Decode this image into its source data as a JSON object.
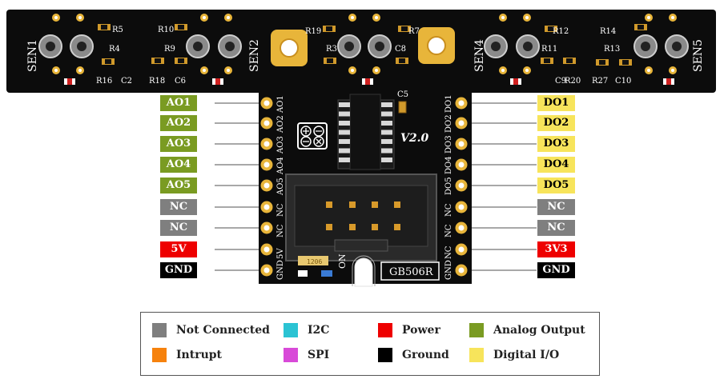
{
  "board": {
    "sensors": [
      "SEN1",
      "SEN2",
      "SEN4",
      "SEN5"
    ],
    "components": [
      "R5",
      "R10",
      "R19",
      "R7",
      "R4",
      "R9",
      "R3",
      "C8",
      "R12",
      "R14",
      "R11",
      "R13",
      "R16",
      "C2",
      "R18",
      "C6",
      "C9",
      "R20",
      "R27",
      "C10",
      "C5"
    ],
    "version": "V2.0",
    "model": "GB506R",
    "chip_marking": "1206",
    "left_silkscreen": [
      "AO1",
      "AO2",
      "AO3",
      "AO4",
      "AO5",
      "NC",
      "NC",
      "5V",
      "GND"
    ],
    "right_silkscreen": [
      "DO1",
      "DO2",
      "DO3",
      "DO4",
      "DO5",
      "NC",
      "NC",
      "NC",
      "GND"
    ],
    "on_label": "ON"
  },
  "left_pins": [
    {
      "label": "AO1",
      "type": "Analog Output"
    },
    {
      "label": "AO2",
      "type": "Analog Output"
    },
    {
      "label": "AO3",
      "type": "Analog Output"
    },
    {
      "label": "AO4",
      "type": "Analog Output"
    },
    {
      "label": "AO5",
      "type": "Analog Output"
    },
    {
      "label": "NC",
      "type": "Not Connected"
    },
    {
      "label": "NC",
      "type": "Not Connected"
    },
    {
      "label": "5V",
      "type": "Power"
    },
    {
      "label": "GND",
      "type": "Ground"
    }
  ],
  "right_pins": [
    {
      "label": "DO1",
      "type": "Digital I/O"
    },
    {
      "label": "DO2",
      "type": "Digital I/O"
    },
    {
      "label": "DO3",
      "type": "Digital I/O"
    },
    {
      "label": "DO4",
      "type": "Digital I/O"
    },
    {
      "label": "DO5",
      "type": "Digital I/O"
    },
    {
      "label": "NC",
      "type": "Not Connected"
    },
    {
      "label": "NC",
      "type": "Not Connected"
    },
    {
      "label": "3V3",
      "type": "Power"
    },
    {
      "label": "GND",
      "type": "Ground"
    }
  ],
  "legend": [
    {
      "label": "Not Connected",
      "color": "#7f7f7f"
    },
    {
      "label": "I2C",
      "color": "#2bc3d3"
    },
    {
      "label": "Power",
      "color": "#ee0000"
    },
    {
      "label": "Analog Output",
      "color": "#7a9b22"
    },
    {
      "label": "Intrupt",
      "color": "#f6820d"
    },
    {
      "label": "SPI",
      "color": "#d84ad8"
    },
    {
      "label": "Ground",
      "color": "#000000"
    },
    {
      "label": "Digital I/O",
      "color": "#f7e45b"
    }
  ],
  "colors": {
    "Analog Output": {
      "bg": "#7a9b22",
      "fg": "#ffffff"
    },
    "Digital I/O": {
      "bg": "#f7e45b",
      "fg": "#000000"
    },
    "Not Connected": {
      "bg": "#7f7f7f",
      "fg": "#ffffff"
    },
    "Power": {
      "bg": "#ee0000",
      "fg": "#ffffff"
    },
    "Ground": {
      "bg": "#000000",
      "fg": "#ffffff"
    },
    "pcb": "#0c0c0c",
    "pad": "#e8b53a"
  }
}
